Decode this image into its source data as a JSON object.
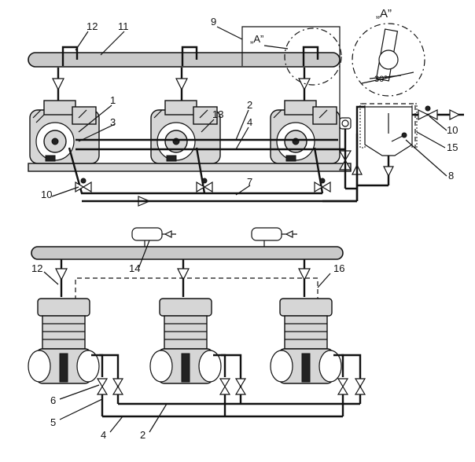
{
  "labels": {
    "l1": "1",
    "l2": "2",
    "l3": "3",
    "l4": "4",
    "l5": "5",
    "l6": "6",
    "l7": "7",
    "l8": "8",
    "l9": "9",
    "l10a": "10",
    "l10b": "10",
    "l11": "11",
    "l12a": "12",
    "l12b": "12",
    "l13": "13",
    "l14": "14",
    "l15": "15",
    "l16": "16",
    "l2b": "2",
    "l4b": "4",
    "detail_a": "„A”",
    "detail_a_big": "„A”",
    "angle": "30°"
  }
}
